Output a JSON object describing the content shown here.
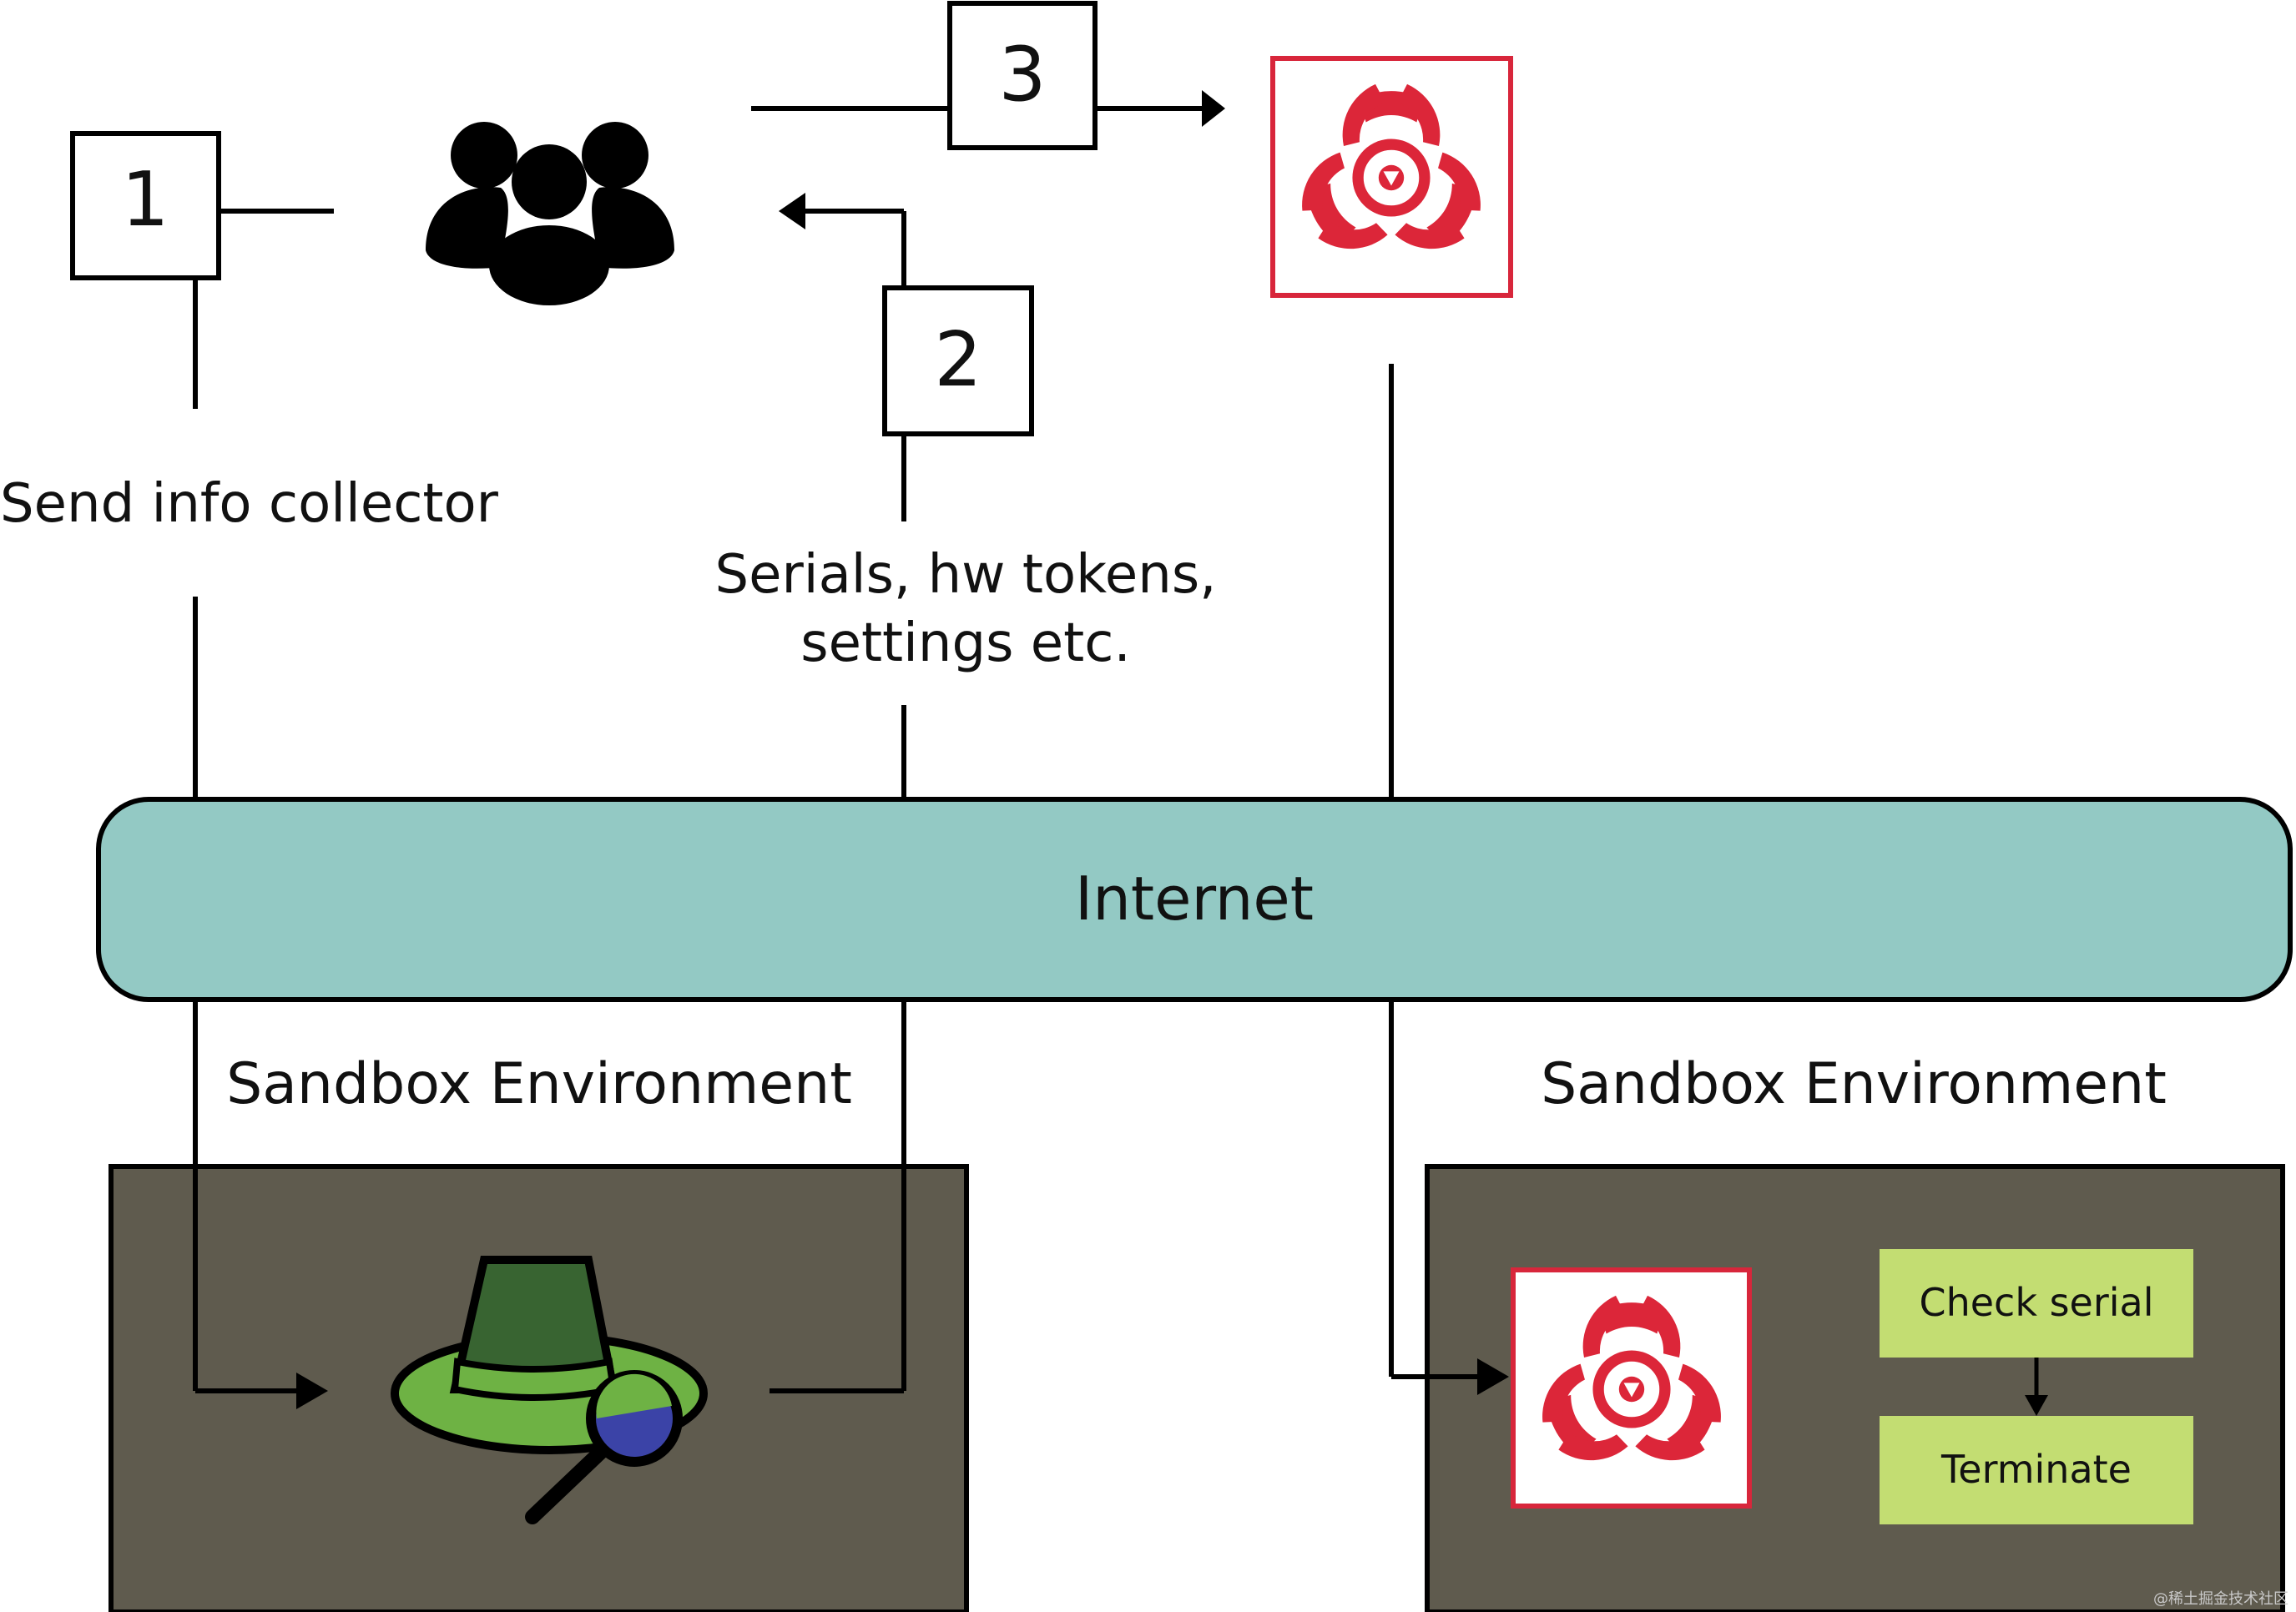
{
  "steps": {
    "step1": "1",
    "step2": "2",
    "step3": "3"
  },
  "labels": {
    "send_info_collector": "Send info collector",
    "serials_line1": "Serials, hw tokens,",
    "serials_line2": "settings etc.",
    "internet": "Internet",
    "sandbox_left": "Sandbox Environment",
    "sandbox_right": "Sandbox Environment",
    "check_serial": "Check serial",
    "terminate": "Terminate",
    "watermark": "@稀土掘金技术社区"
  },
  "icons": {
    "users": "users-group-icon",
    "malware_top": "biohazard-icon",
    "spy": "spy-hat-magnifier-icon",
    "malware_sandbox": "biohazard-icon"
  },
  "colors": {
    "internet_fill": "#93C9C4",
    "sandbox_fill": "#5F5B4E",
    "malware_border": "#D8263B",
    "malware_symbol": "#DC2639",
    "action_fill": "#C3DD72",
    "hat_dark": "#386431",
    "hat_brim": "#6EB244",
    "lens": "#3B43A7",
    "line": "#000000"
  }
}
